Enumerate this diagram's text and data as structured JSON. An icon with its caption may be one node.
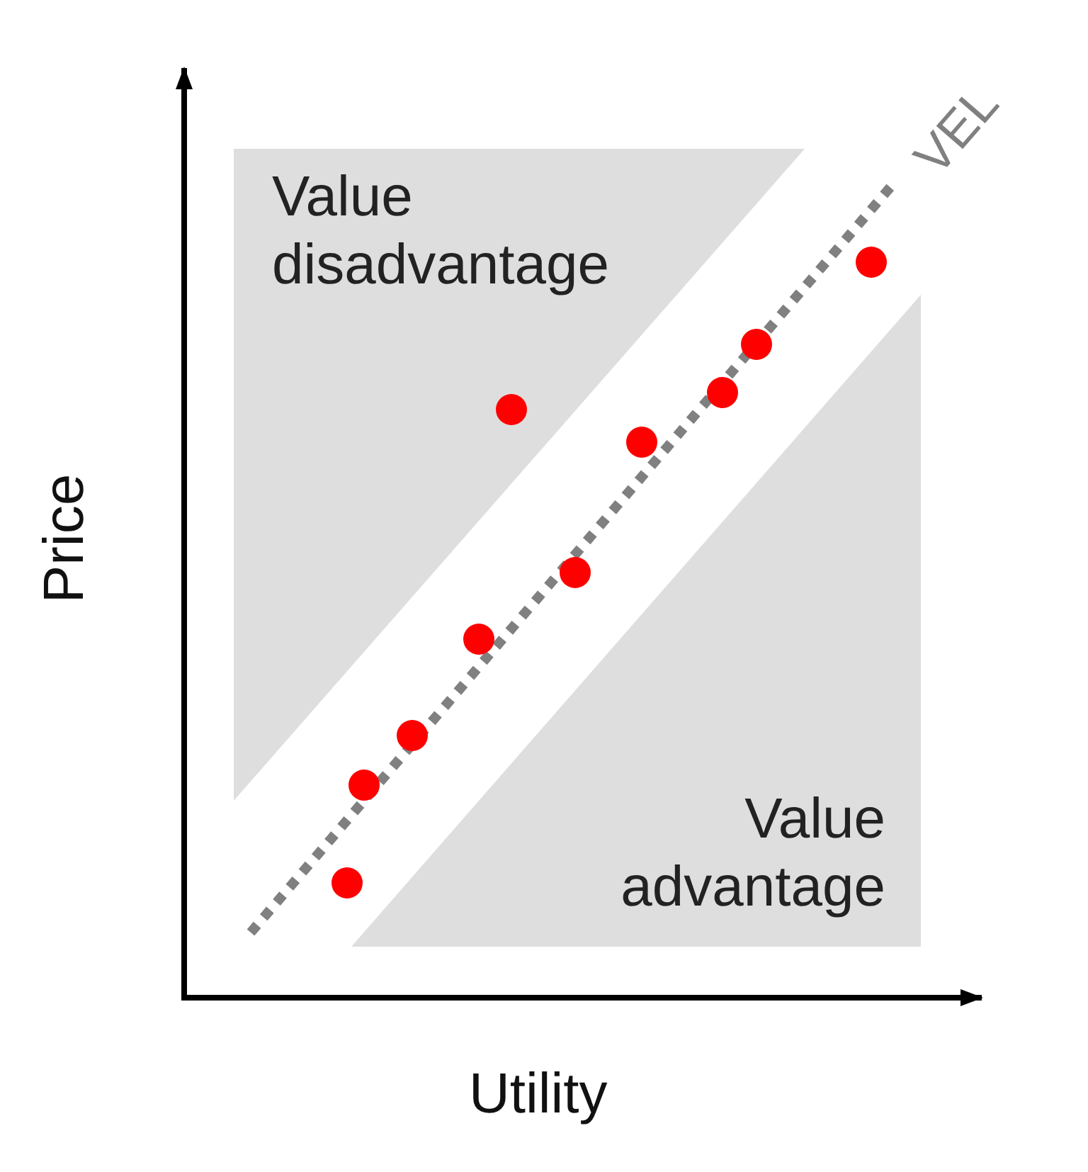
{
  "diagram": {
    "nodes": [
      {
        "text": [
          "Value disadvantage"
        ]
      },
      {
        "text": [
          "Value advantage"
        ]
      }
    ],
    "labels": [
      "VEL",
      "Price",
      "Utility"
    ]
  }
}
